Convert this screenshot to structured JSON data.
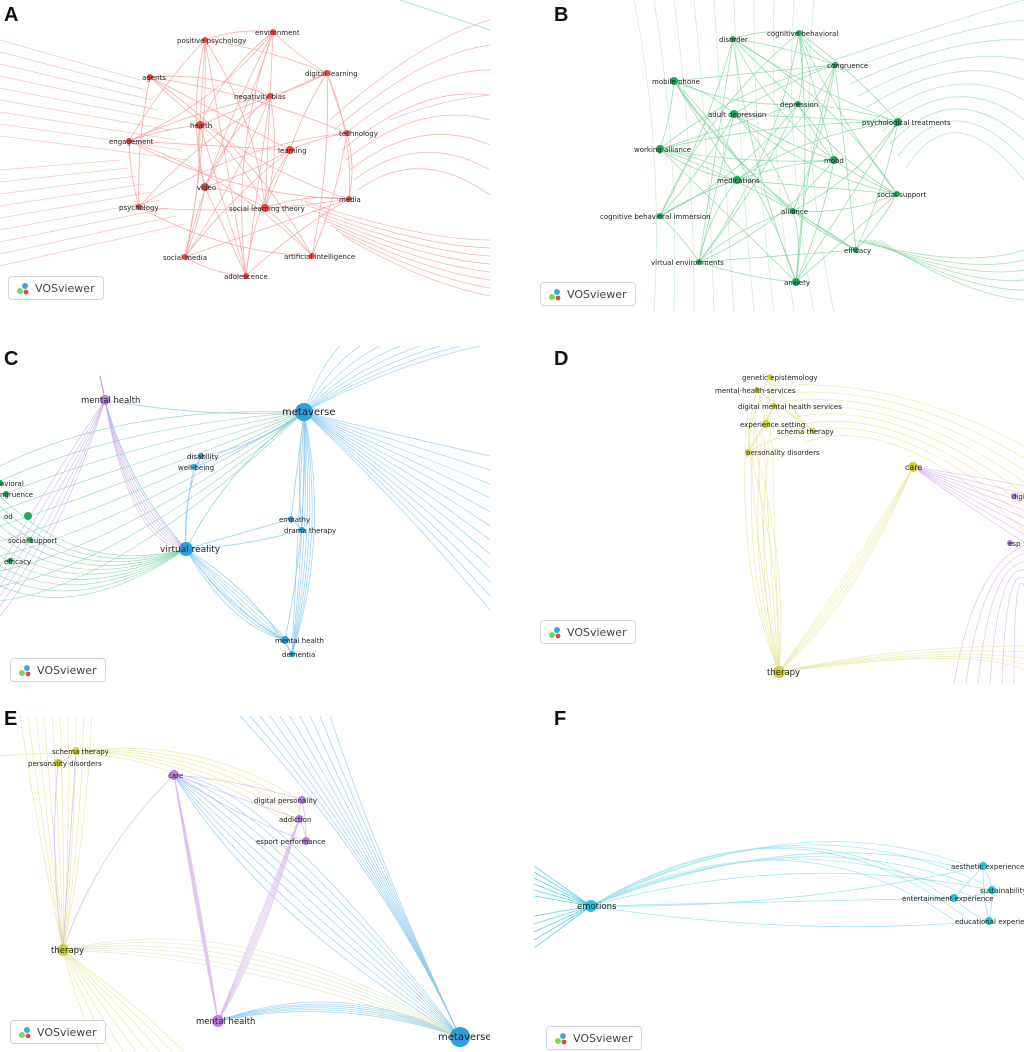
{
  "brand": "VOSviewer",
  "panels": [
    {
      "letter": "A",
      "color": "#e8483f",
      "edge_color": "#f2a19c",
      "nodes": [
        {
          "label": "positive psychology"
        },
        {
          "label": "environment"
        },
        {
          "label": "agents"
        },
        {
          "label": "digital learning"
        },
        {
          "label": "negativity bias"
        },
        {
          "label": "health"
        },
        {
          "label": "technology"
        },
        {
          "label": "engagement"
        },
        {
          "label": "learning"
        },
        {
          "label": "video"
        },
        {
          "label": "psychology"
        },
        {
          "label": "social learning theory"
        },
        {
          "label": "media"
        },
        {
          "label": "social media"
        },
        {
          "label": "artificial intelligence"
        },
        {
          "label": "adolescence"
        }
      ]
    },
    {
      "letter": "B",
      "color": "#1fa85a",
      "edge_color": "#8ad6a4",
      "nodes": [
        {
          "label": "disorder"
        },
        {
          "label": "cognitive behavioral"
        },
        {
          "label": "congruence"
        },
        {
          "label": "mobile phone"
        },
        {
          "label": "depression"
        },
        {
          "label": "adult depression"
        },
        {
          "label": "psychological treatments"
        },
        {
          "label": "working alliance"
        },
        {
          "label": "mood"
        },
        {
          "label": "medications"
        },
        {
          "label": "social support"
        },
        {
          "label": "alliance"
        },
        {
          "label": "cognitive behavioral immersion"
        },
        {
          "label": "efficacy"
        },
        {
          "label": "virtual environments"
        },
        {
          "label": "anxiety"
        }
      ]
    },
    {
      "letter": "C",
      "color": "#2c9fdc",
      "edge_color": "#8ac9ec",
      "nodes": [
        {
          "label": "mental health"
        },
        {
          "label": "metaverse"
        },
        {
          "label": "disability"
        },
        {
          "label": "well-being"
        },
        {
          "label": "avioral"
        },
        {
          "label": "ngruence"
        },
        {
          "label": "od"
        },
        {
          "label": "social support"
        },
        {
          "label": "efficacy"
        },
        {
          "label": "empathy"
        },
        {
          "label": "drama therapy"
        },
        {
          "label": "virtual reality"
        },
        {
          "label": "mental health"
        },
        {
          "label": "dementia"
        }
      ]
    },
    {
      "letter": "D",
      "color": "#d0cf3a",
      "edge_color": "#e7e69a",
      "nodes": [
        {
          "label": "genetic epistemology"
        },
        {
          "label": "mental-health-services"
        },
        {
          "label": "digital mental health services"
        },
        {
          "label": "experience setting"
        },
        {
          "label": "schema therapy"
        },
        {
          "label": "personality disorders"
        },
        {
          "label": "care"
        },
        {
          "label": "digi"
        },
        {
          "label": "esp"
        },
        {
          "label": "therapy"
        }
      ]
    },
    {
      "letter": "E",
      "color": "#b77ee0",
      "edge_color": "#d8b6ee",
      "nodes": [
        {
          "label": "schema therapy"
        },
        {
          "label": "personality disorders"
        },
        {
          "label": "care"
        },
        {
          "label": "digital personality"
        },
        {
          "label": "addiction"
        },
        {
          "label": "esport performance"
        },
        {
          "label": "therapy"
        },
        {
          "label": "mental health"
        },
        {
          "label": "metaverse"
        }
      ]
    },
    {
      "letter": "F",
      "color": "#21c6d6",
      "edge_color": "#8fe1ea",
      "nodes": [
        {
          "label": "aesthetic experience"
        },
        {
          "label": "sustainability"
        },
        {
          "label": "emotions"
        },
        {
          "label": "entertainment experience"
        },
        {
          "label": "educational experience"
        }
      ]
    }
  ]
}
